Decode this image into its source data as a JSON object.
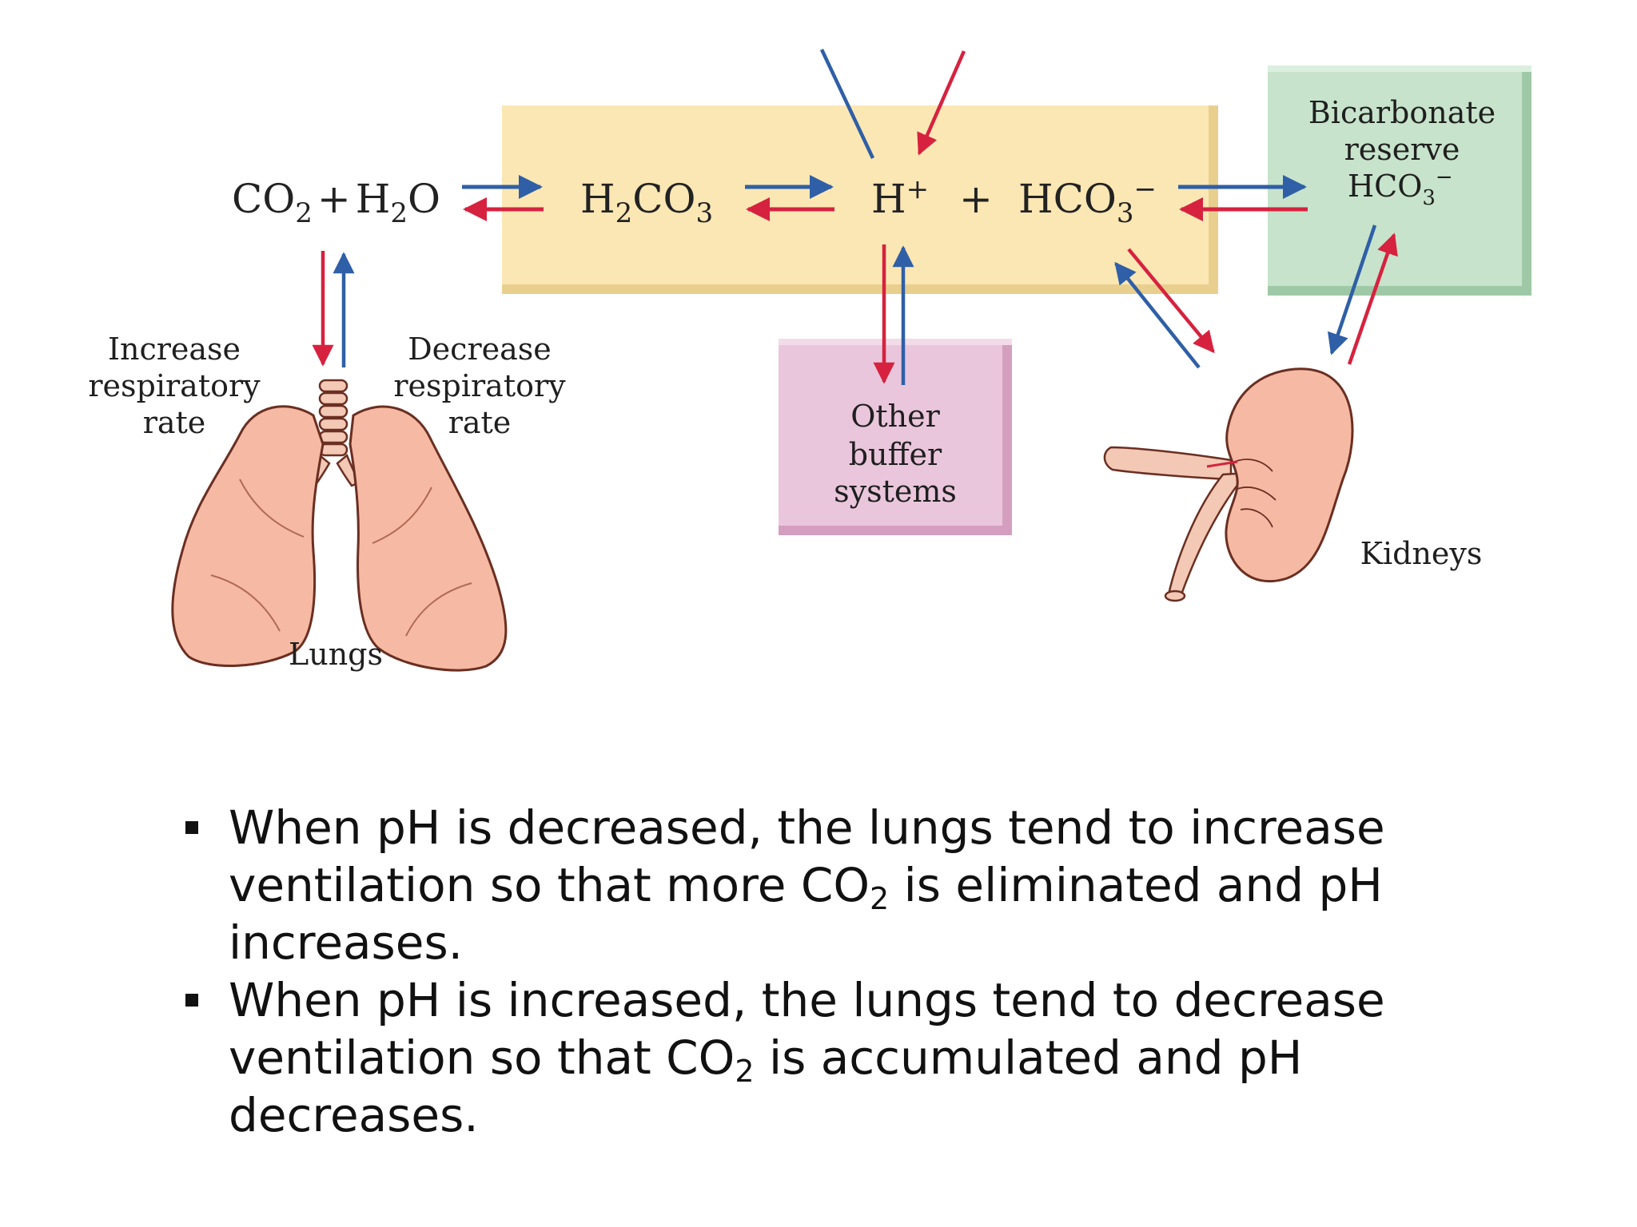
{
  "diagram": {
    "equation": {
      "reactant_co2": "CO",
      "reactant_co2_sub": "2",
      "plus1": "+",
      "reactant_h2o_h": "H",
      "reactant_h2o_sub": "2",
      "reactant_h2o_o": "O",
      "carbonic_h": "H",
      "carbonic_sub1": "2",
      "carbonic_co": "CO",
      "carbonic_sub2": "3",
      "hydrogen_ion": "H",
      "hydrogen_ion_sup": "+",
      "plus2": "+",
      "bicarbonate": "HCO",
      "bicarbonate_sub": "3",
      "bicarbonate_sup": "−"
    },
    "reserve_box": {
      "line1": "Bicarbonate",
      "line2": "reserve",
      "line3": "HCO",
      "line3_sub": "3",
      "line3_sup": "−"
    },
    "buffer_box": {
      "line1": "Other",
      "line2": "buffer",
      "line3": "systems"
    },
    "lungs_label": "Lungs",
    "kidneys_label": "Kidneys",
    "increase_label": [
      "Increase",
      "respiratory",
      "rate"
    ],
    "decrease_label": [
      "Decrease",
      "respiratory",
      "rate"
    ],
    "colors": {
      "yellow_box": "#fbe7b4",
      "green_box": "#c7e3cb",
      "pink_box": "#eac6dc",
      "arrow_blue": "#2f5fa6",
      "arrow_red": "#d6223f",
      "organ_fill": "#f6b9a3",
      "organ_stroke": "#6a2f22"
    }
  },
  "bullets": [
    {
      "text_before": "When pH is decreased, the lungs tend to increase ventilation so that more CO",
      "sub": "2",
      "text_after": " is eliminated and pH increases."
    },
    {
      "text_before": "When pH is increased, the lungs tend to decrease ventilation so that CO",
      "sub": "2",
      "text_after": " is accumulated and pH decreases."
    }
  ]
}
